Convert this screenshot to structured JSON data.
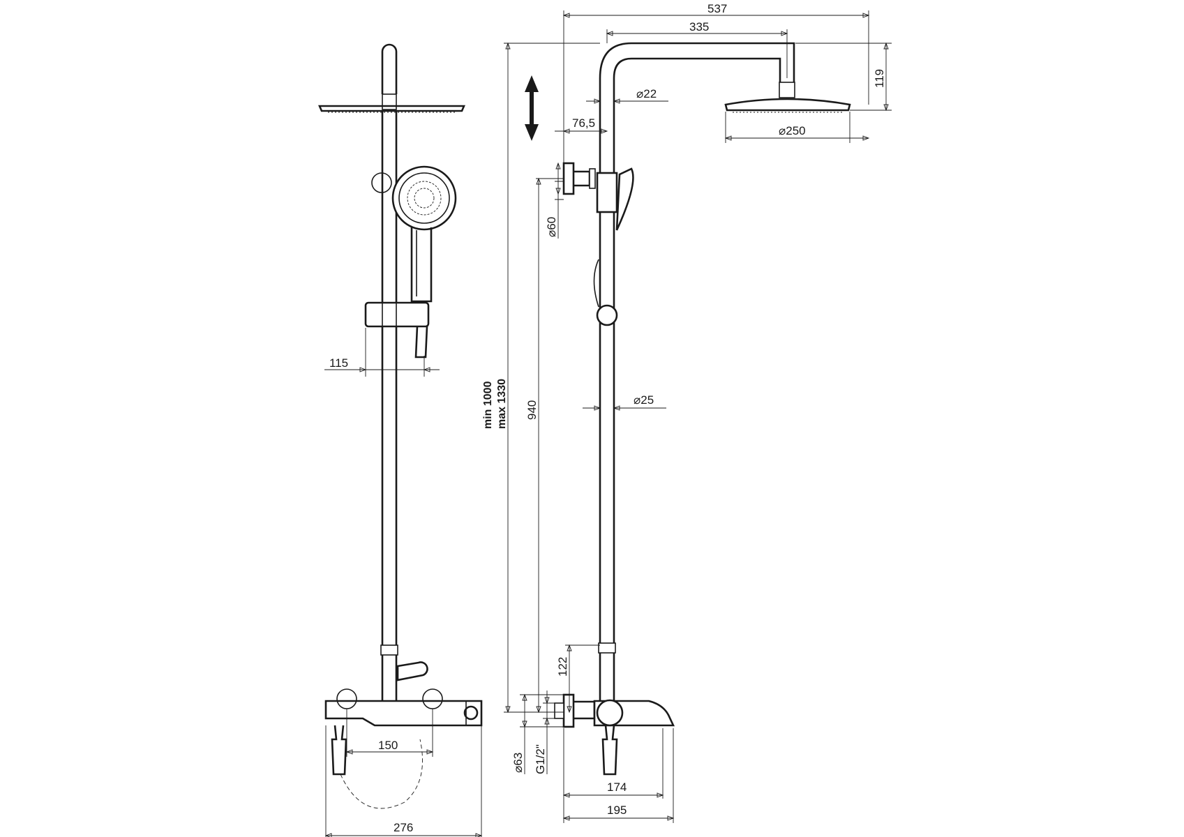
{
  "dimensions": {
    "overall_width": "537",
    "arm_length": "335",
    "head_drop": "119",
    "pipe_diameter_top": "⌀22",
    "offset": "76,5",
    "head_diameter": "⌀250",
    "flange_diameter": "⌀60",
    "height_range_min": "min 1000",
    "height_range_max": "max 1330",
    "rail_height": "940",
    "pipe_diameter": "⌀25",
    "holder_offset": "115",
    "bottom_offset": "122",
    "inlet_diameter": "⌀63",
    "thread": "G1/2\"",
    "connection_spacing": "150",
    "mixer_width": "276",
    "spout_depth_1": "174",
    "spout_depth_2": "195"
  },
  "icons": {
    "adjust_arrow": "double-vertical-arrow-icon"
  }
}
